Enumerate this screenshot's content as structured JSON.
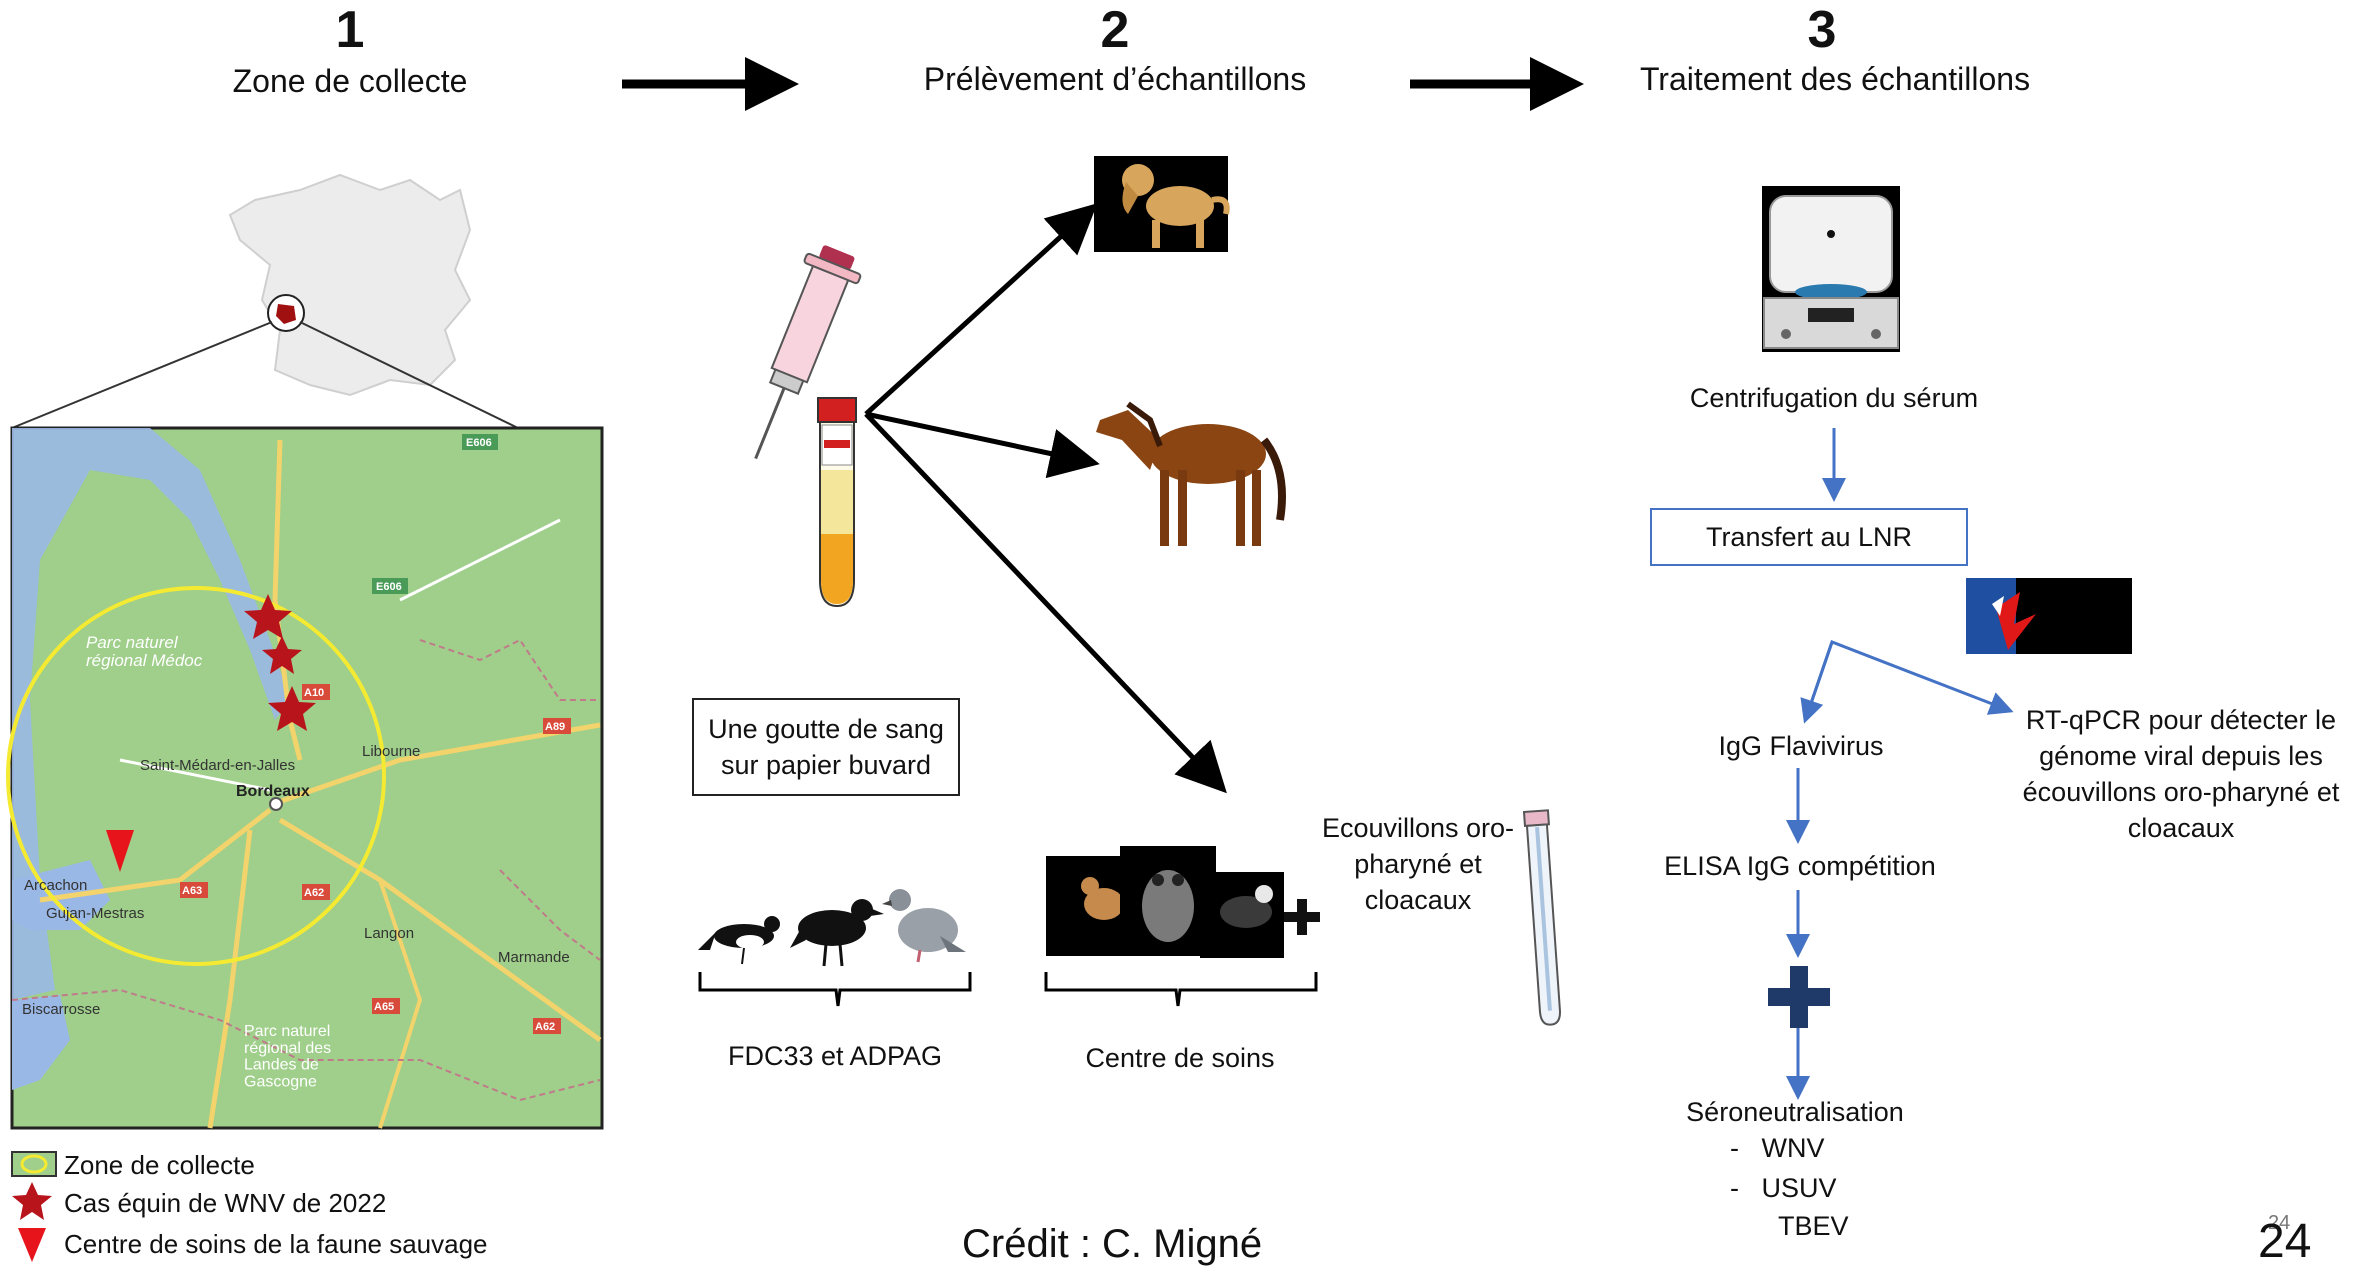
{
  "steps": [
    {
      "number": "1",
      "title": "Zone de collecte"
    },
    {
      "number": "2",
      "title": "Prélèvement d’échantillons"
    },
    {
      "number": "3",
      "title": "Traitement des échantillons"
    }
  ],
  "map": {
    "labels": {
      "park_medoc": "Parc naturel régional Médoc",
      "saint_medard": "Saint-Médard-en-Jalles",
      "bordeaux": "Bordeaux",
      "libourne": "Libourne",
      "arcachon": "Arcachon",
      "gujan": "Gujan-Mestras",
      "langon": "Langon",
      "marmande": "Marmande",
      "biscarrosse": "Biscarrosse",
      "park_landes": "Parc naturel régional des Landes de Gascogne",
      "roads": [
        "E606",
        "E606",
        "A10",
        "A89",
        "A63",
        "A62",
        "A65",
        "A62"
      ]
    }
  },
  "legend": {
    "zone": "Zone de collecte",
    "cases": "Cas équin de WNV de 2022",
    "center": "Centre de soins de la faune sauvage"
  },
  "sampling": {
    "blood_drop_box": "Une goutte de sang sur papier buvard",
    "swabs": "Ecouvillons oro-pharyné et cloacaux",
    "fdc": "FDC33 et ADPAG",
    "care_center": "Centre de soins"
  },
  "processing": {
    "centrifugation": "Centrifugation du sérum",
    "transfer": "Transfert au LNR",
    "igg": "IgG Flavivirus",
    "rtqpcr": "RT-qPCR pour détecter le génome viral depuis les écouvillons oro-pharyné et cloacaux",
    "elisa": "ELISA IgG compétition",
    "seroneutralisation": "Séroneutralisation",
    "viruses": [
      "WNV",
      "USUV",
      "TBEV"
    ]
  },
  "credit": "Crédit : C. Migné",
  "page_number": "24",
  "page_number_small": "24",
  "colors": {
    "arrow_black": "#000000",
    "arrow_blue": "#4472c4",
    "map_green": "#9fcf8a",
    "ring_yellow": "#f5ea32",
    "star_red": "#b8141c"
  }
}
